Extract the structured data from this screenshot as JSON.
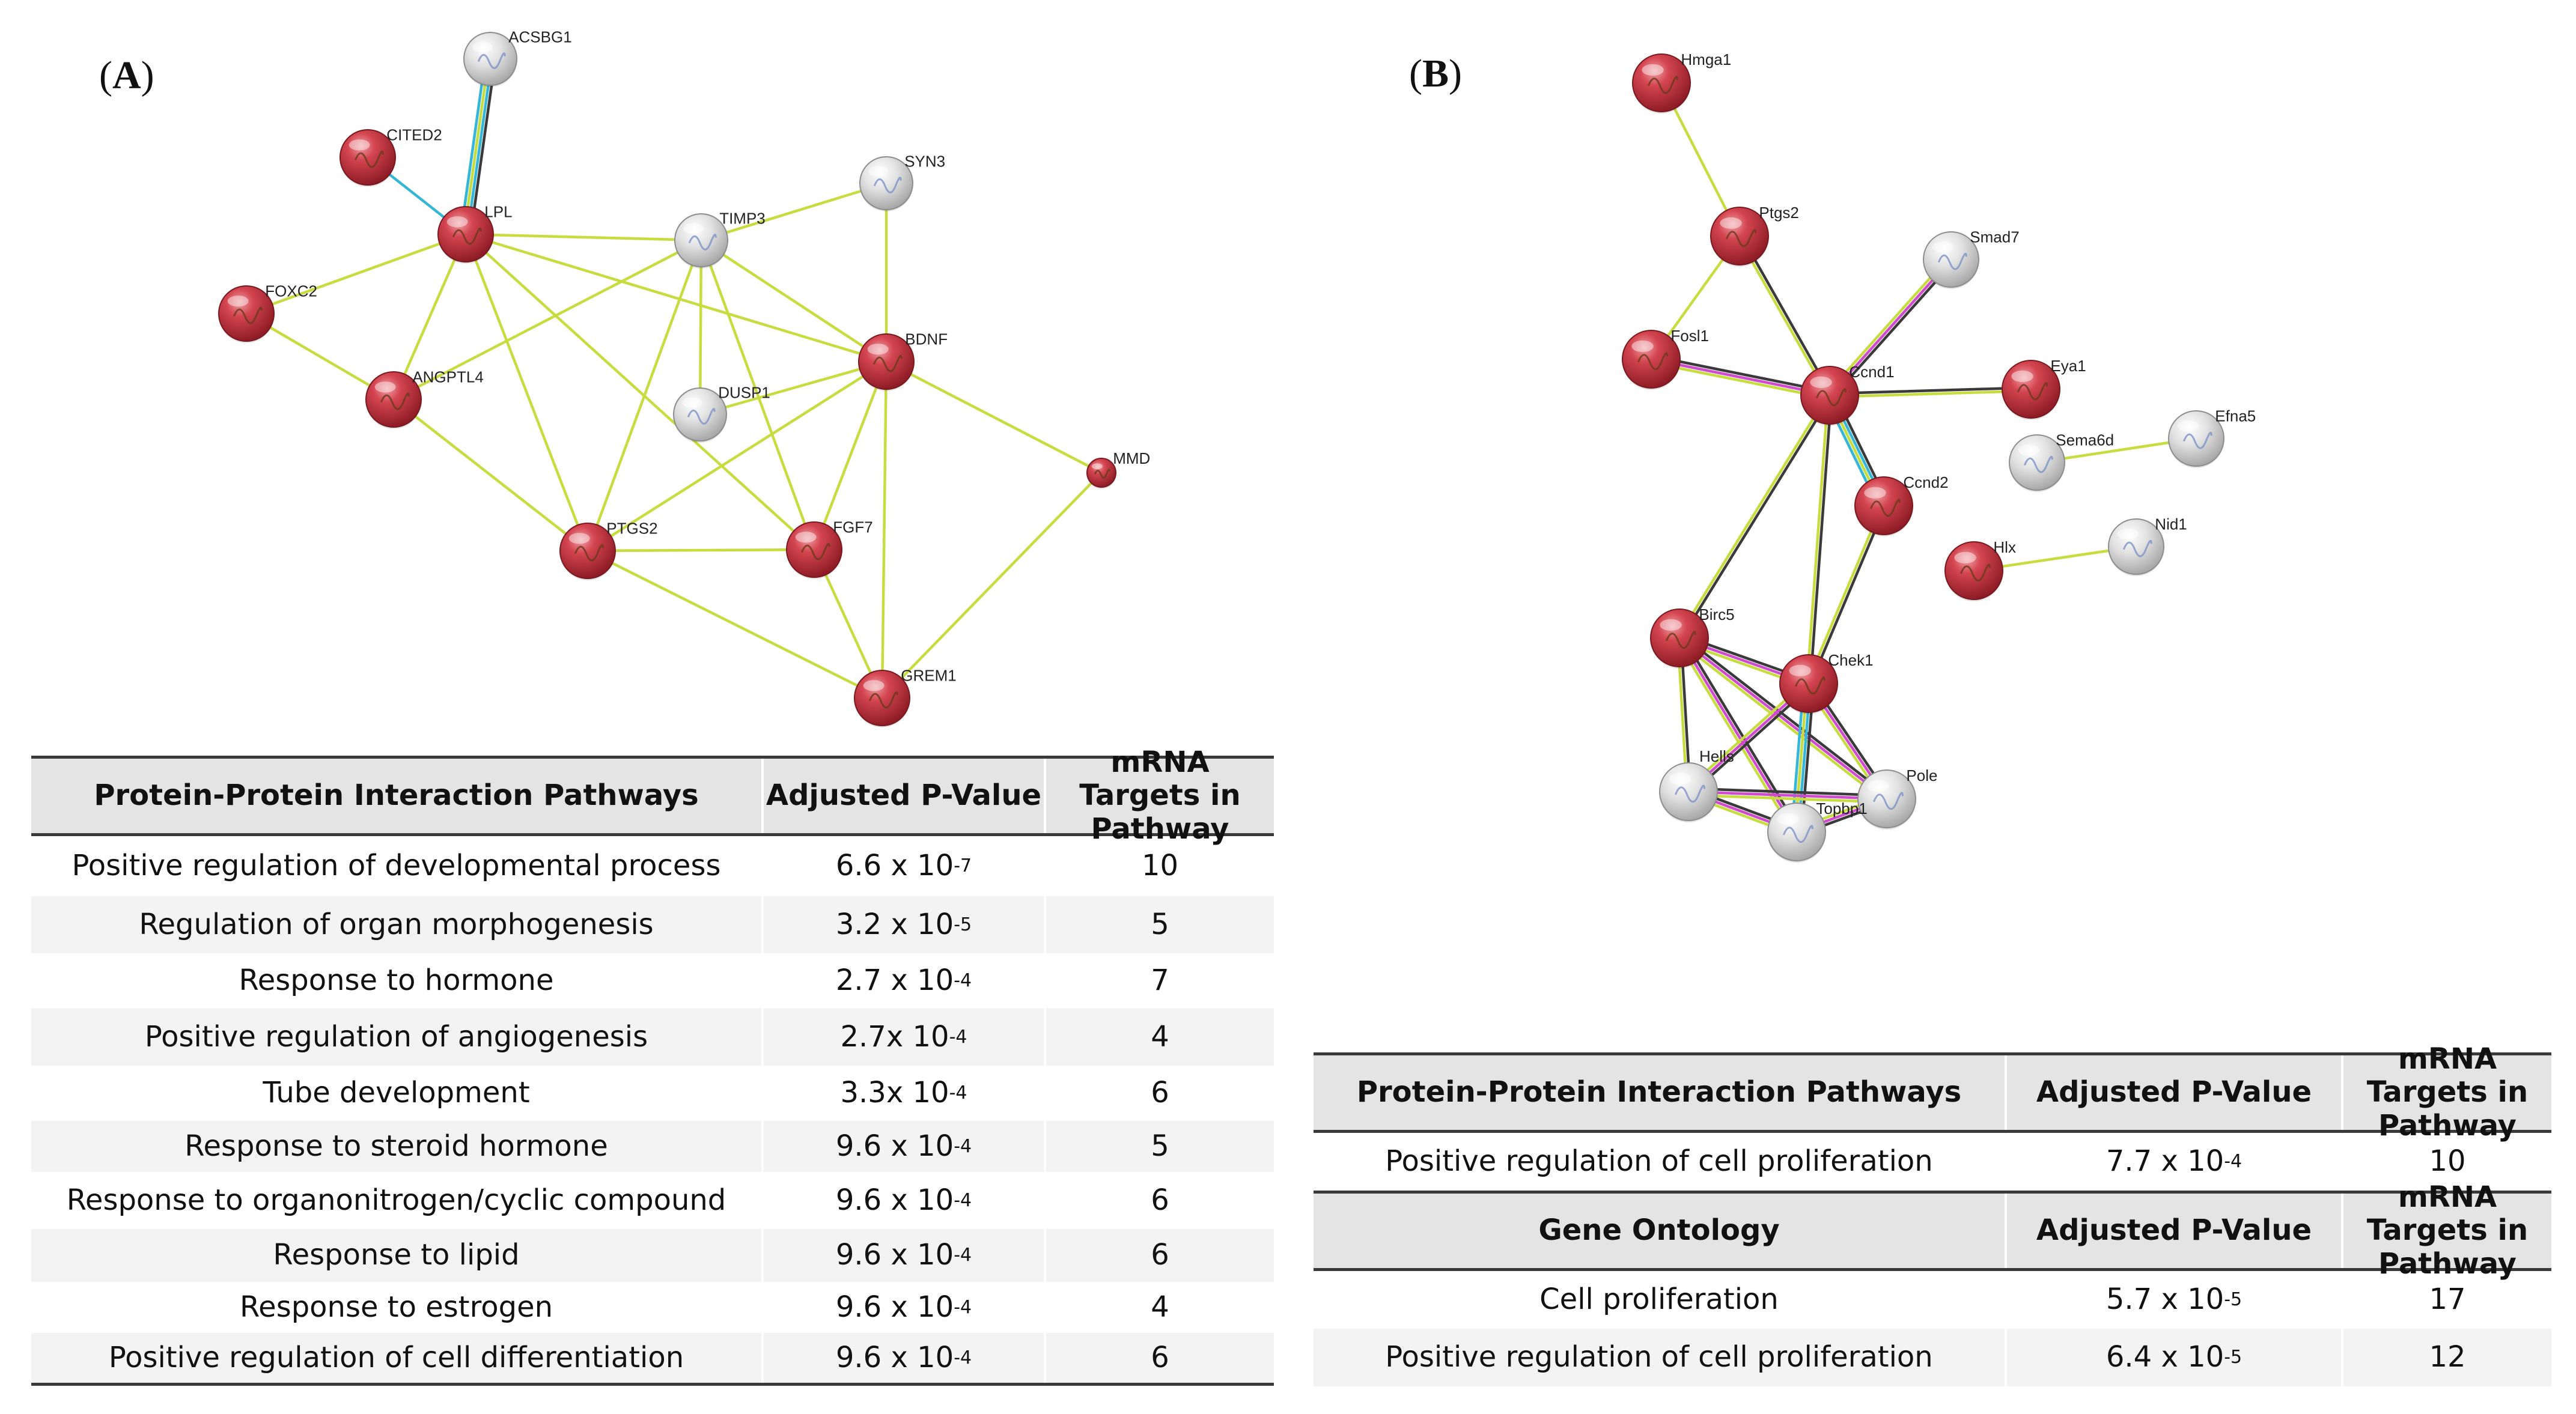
{
  "panel_a": {
    "label": "(A)",
    "label_letter": "A",
    "network": {
      "nodes": [
        {
          "id": "ACSBG1",
          "color": "grey"
        },
        {
          "id": "CITED2",
          "color": "red"
        },
        {
          "id": "LPL",
          "color": "red"
        },
        {
          "id": "FOXC2",
          "color": "red"
        },
        {
          "id": "ANGPTL4",
          "color": "red"
        },
        {
          "id": "TIMP3",
          "color": "grey"
        },
        {
          "id": "SYN3",
          "color": "grey"
        },
        {
          "id": "DUSP1",
          "color": "grey"
        },
        {
          "id": "BDNF",
          "color": "red"
        },
        {
          "id": "MMD",
          "color": "red"
        },
        {
          "id": "PTGS2",
          "color": "red"
        },
        {
          "id": "FGF7",
          "color": "red"
        },
        {
          "id": "GREM1",
          "color": "red"
        }
      ],
      "edges": [
        [
          "ACSBG1",
          "LPL",
          "multi-blue"
        ],
        [
          "CITED2",
          "LPL",
          "blue"
        ],
        [
          "LPL",
          "FOXC2",
          "green"
        ],
        [
          "LPL",
          "ANGPTL4",
          "green"
        ],
        [
          "LPL",
          "TIMP3",
          "green"
        ],
        [
          "LPL",
          "BDNF",
          "green"
        ],
        [
          "LPL",
          "PTGS2",
          "green"
        ],
        [
          "LPL",
          "FGF7",
          "green"
        ],
        [
          "FOXC2",
          "ANGPTL4",
          "green"
        ],
        [
          "ANGPTL4",
          "TIMP3",
          "green"
        ],
        [
          "ANGPTL4",
          "PTGS2",
          "green"
        ],
        [
          "TIMP3",
          "SYN3",
          "green"
        ],
        [
          "TIMP3",
          "DUSP1",
          "green"
        ],
        [
          "TIMP3",
          "BDNF",
          "green"
        ],
        [
          "TIMP3",
          "PTGS2",
          "green"
        ],
        [
          "TIMP3",
          "FGF7",
          "green"
        ],
        [
          "SYN3",
          "BDNF",
          "green"
        ],
        [
          "DUSP1",
          "BDNF",
          "green"
        ],
        [
          "BDNF",
          "PTGS2",
          "green"
        ],
        [
          "BDNF",
          "FGF7",
          "green"
        ],
        [
          "BDNF",
          "GREM1",
          "green"
        ],
        [
          "BDNF",
          "MMD",
          "green"
        ],
        [
          "MMD",
          "GREM1",
          "green"
        ],
        [
          "PTGS2",
          "FGF7",
          "green"
        ],
        [
          "PTGS2",
          "GREM1",
          "green"
        ],
        [
          "FGF7",
          "GREM1",
          "green"
        ]
      ]
    },
    "table": {
      "headers": [
        "Protein-Protein Interaction Pathways",
        "Adjusted P-Value",
        "mRNA Targets in Pathway"
      ],
      "rows": [
        {
          "pathway": "Positive regulation of developmental process",
          "p_base": "6.6 x 10",
          "p_exp": "-7",
          "targets": "10"
        },
        {
          "pathway": "Regulation of organ morphogenesis",
          "p_base": "3.2 x 10",
          "p_exp": "-5",
          "targets": "5"
        },
        {
          "pathway": "Response to hormone",
          "p_base": "2.7 x 10",
          "p_exp": "-4",
          "targets": "7"
        },
        {
          "pathway": "Positive regulation of angiogenesis",
          "p_base": "2.7x 10",
          "p_exp": "-4",
          "targets": "4"
        },
        {
          "pathway": "Tube development",
          "p_base": "3.3x 10",
          "p_exp": "-4",
          "targets": "6"
        },
        {
          "pathway": "Response to steroid hormone",
          "p_base": "9.6 x 10",
          "p_exp": "-4",
          "targets": "5"
        },
        {
          "pathway": "Response to organonitrogen/cyclic compound",
          "p_base": "9.6 x 10",
          "p_exp": "-4",
          "targets": "6"
        },
        {
          "pathway": "Response to lipid",
          "p_base": "9.6 x 10",
          "p_exp": "-4",
          "targets": "6"
        },
        {
          "pathway": "Response to estrogen",
          "p_base": "9.6 x 10",
          "p_exp": "-4",
          "targets": "4"
        },
        {
          "pathway": "Positive regulation of cell differentiation",
          "p_base": "9.6 x 10",
          "p_exp": "-4",
          "targets": "6"
        }
      ]
    }
  },
  "panel_b": {
    "label": "(B)",
    "label_letter": "B",
    "network": {
      "nodes": [
        {
          "id": "Hmga1",
          "color": "red"
        },
        {
          "id": "Ptgs2",
          "color": "red"
        },
        {
          "id": "Smad7",
          "color": "grey"
        },
        {
          "id": "Fosl1",
          "color": "red"
        },
        {
          "id": "Ccnd1",
          "color": "red"
        },
        {
          "id": "Eya1",
          "color": "red"
        },
        {
          "id": "Sema6d",
          "color": "grey"
        },
        {
          "id": "Efna5",
          "color": "grey"
        },
        {
          "id": "Ccnd2",
          "color": "red"
        },
        {
          "id": "Hlx",
          "color": "red"
        },
        {
          "id": "Nid1",
          "color": "grey"
        },
        {
          "id": "Birc5",
          "color": "red"
        },
        {
          "id": "Chek1",
          "color": "red"
        },
        {
          "id": "Hells",
          "color": "grey"
        },
        {
          "id": "Pole",
          "color": "grey"
        },
        {
          "id": "Topbp1",
          "color": "grey"
        }
      ],
      "edges": [
        [
          "Hmga1",
          "Ptgs2",
          "green"
        ],
        [
          "Ptgs2",
          "Fosl1",
          "green"
        ],
        [
          "Ptgs2",
          "Ccnd1",
          "dark"
        ],
        [
          "Smad7",
          "Ccnd1",
          "multi-pink"
        ],
        [
          "Fosl1",
          "Ccnd1",
          "multi-pink"
        ],
        [
          "Ccnd1",
          "Eya1",
          "dark"
        ],
        [
          "Ccnd1",
          "Ccnd2",
          "multi-blue"
        ],
        [
          "Ccnd1",
          "Birc5",
          "dark"
        ],
        [
          "Ccnd1",
          "Chek1",
          "dark"
        ],
        [
          "Ccnd2",
          "Chek1",
          "dark"
        ],
        [
          "Sema6d",
          "Efna5",
          "green"
        ],
        [
          "Hlx",
          "Nid1",
          "green"
        ],
        [
          "Birc5",
          "Chek1",
          "multi-pink"
        ],
        [
          "Birc5",
          "Hells",
          "dark"
        ],
        [
          "Birc5",
          "Pole",
          "multi-pink"
        ],
        [
          "Birc5",
          "Topbp1",
          "multi-pink"
        ],
        [
          "Chek1",
          "Hells",
          "multi-pink"
        ],
        [
          "Chek1",
          "Pole",
          "multi-pink"
        ],
        [
          "Chek1",
          "Topbp1",
          "multi-blue"
        ],
        [
          "Hells",
          "Pole",
          "multi-pink"
        ],
        [
          "Hells",
          "Topbp1",
          "multi-pink"
        ],
        [
          "Pole",
          "Topbp1",
          "multi-pink"
        ]
      ]
    },
    "table": {
      "headers1": [
        "Protein-Protein Interaction Pathways",
        "Adjusted P-Value",
        "mRNA Targets in Pathway"
      ],
      "rows1": [
        {
          "pathway": "Positive regulation of cell proliferation",
          "p_base": "7.7 x 10",
          "p_exp": "-4",
          "targets": "10"
        }
      ],
      "headers2": [
        "Gene Ontology",
        "Adjusted P-Value",
        "mRNA Targets in Pathway"
      ],
      "rows2": [
        {
          "pathway": "Cell proliferation",
          "p_base": "5.7 x 10",
          "p_exp": "-5",
          "targets": "17"
        },
        {
          "pathway": "Positive regulation of cell proliferation",
          "p_base": "6.4 x 10",
          "p_exp": "-5",
          "targets": "12"
        }
      ]
    }
  },
  "colors": {
    "node_red": "#c2323d",
    "node_grey": "#d8d8d8",
    "edge_green": "#c7dc3f",
    "edge_dark": "#3a3a3a",
    "edge_blue": "#35b6d8",
    "edge_pink": "#d04ad0",
    "table_header_bg": "#e4e4e4",
    "table_row_alt": "#f3f3f3"
  }
}
